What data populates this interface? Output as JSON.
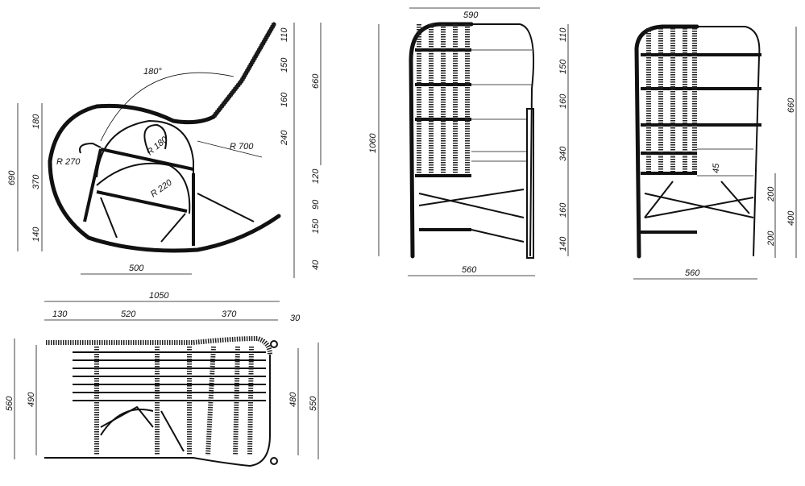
{
  "drawing": {
    "subject": "Wicker rocking chair — orthographic technical drawing",
    "units": "mm",
    "side_view": {
      "angle_label": "180°",
      "radii": [
        "R 700",
        "R 180",
        "R 270",
        "R 220"
      ],
      "right_dims": [
        "110",
        "150",
        "160",
        "240",
        "120",
        "90",
        "150",
        "40"
      ],
      "right_total": "660",
      "left_total": "690",
      "left_dims": [
        "180",
        "370",
        "140"
      ],
      "bottom_dim": "500"
    },
    "front_view": {
      "top_width": "590",
      "bottom_width": "560",
      "height": "1060",
      "right_dims": [
        "110",
        "150",
        "160",
        "340",
        "160",
        "140"
      ]
    },
    "rear_view": {
      "bottom_width": "560",
      "back_height": "660",
      "angle_small": "45",
      "right_dims_lower": [
        "200",
        "200"
      ],
      "lower_total": "400"
    },
    "top_view": {
      "total_length": "1050",
      "segments": [
        "130",
        "520",
        "370",
        "30"
      ],
      "left_outer": "560",
      "left_inner": "490",
      "right_inner": "480",
      "right_outer": "550"
    }
  }
}
